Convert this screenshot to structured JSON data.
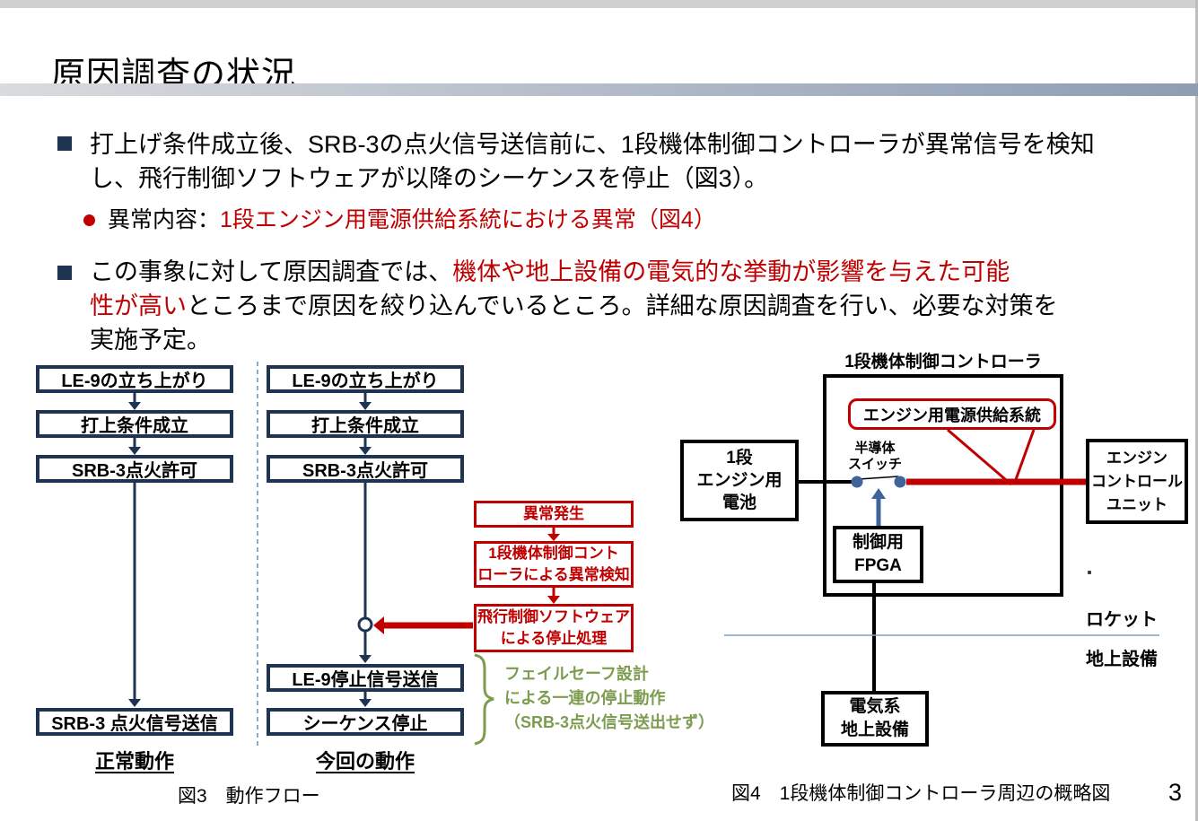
{
  "title": "原因調査の状況",
  "page_number": "3",
  "bullets": {
    "b1": "打上げ条件成立後、SRB-3の点火信号送信前に、1段機体制御コントローラが異常信号を検知\nし、飛行制御ソフトウェアが以降のシーケンスを停止（図3）。",
    "sub_label": "異常内容：",
    "sub_red": "1段エンジン用電源供給系統における異常（図4）",
    "b2_pre": "この事象に対して原因調査では、",
    "b2_red": "機体や地上設備の電気的な挙動が影響を与えた可能\n性が高い",
    "b2_post": "ところまで原因を絞り込んでいるところ。詳細な原因調査を行い、必要な対策を\n実施予定。"
  },
  "fig3": {
    "caption": "図3　動作フロー",
    "normal": {
      "label": "正常動作",
      "step1": "LE-9の立ち上がり",
      "step2": "打上条件成立",
      "step3": "SRB-3点火許可",
      "step4": "SRB-3 点火信号送信"
    },
    "current": {
      "label": "今回の動作",
      "step1": "LE-9の立ち上がり",
      "step2": "打上条件成立",
      "step3": "SRB-3点火許可",
      "step4": "LE-9停止信号送信",
      "step5": "シーケンス停止"
    },
    "anomaly": {
      "step1": "異常発生",
      "step2": "1段機体制御コント\nローラによる異常検知",
      "step3": "飛行制御ソフトウェア\nによる停止処理"
    },
    "failsafe_note": "フェイルセーフ設計\nによる一連の停止動作\n（SRB-3点火信号送出せず）"
  },
  "fig4": {
    "caption": "図4　1段機体制御コントローラ周辺の概略図",
    "controller_label": "1段機体制御コントローラ",
    "power_callout": "エンジン用電源供給系統",
    "switch_label": "半導体\nスイッチ",
    "battery_box": "1段\nエンジン用\n電池",
    "fpga_box": "制御用\nFPGA",
    "ecu_box": "エンジン\nコントロール\nユニット",
    "rocket_side_label": "ロケット",
    "ground_side_label": "地上設備",
    "ground_box": "電気系\n地上設備"
  },
  "colors": {
    "navy": "#1F3352",
    "red": "#C00000",
    "green": "#7D9C4F",
    "steel": "#41639B",
    "bar_left": "#D9DBDE",
    "bar_right": "#8E9CB4",
    "dashed_divider": "#92A9C8",
    "side_divider": "#7CA3C8"
  }
}
